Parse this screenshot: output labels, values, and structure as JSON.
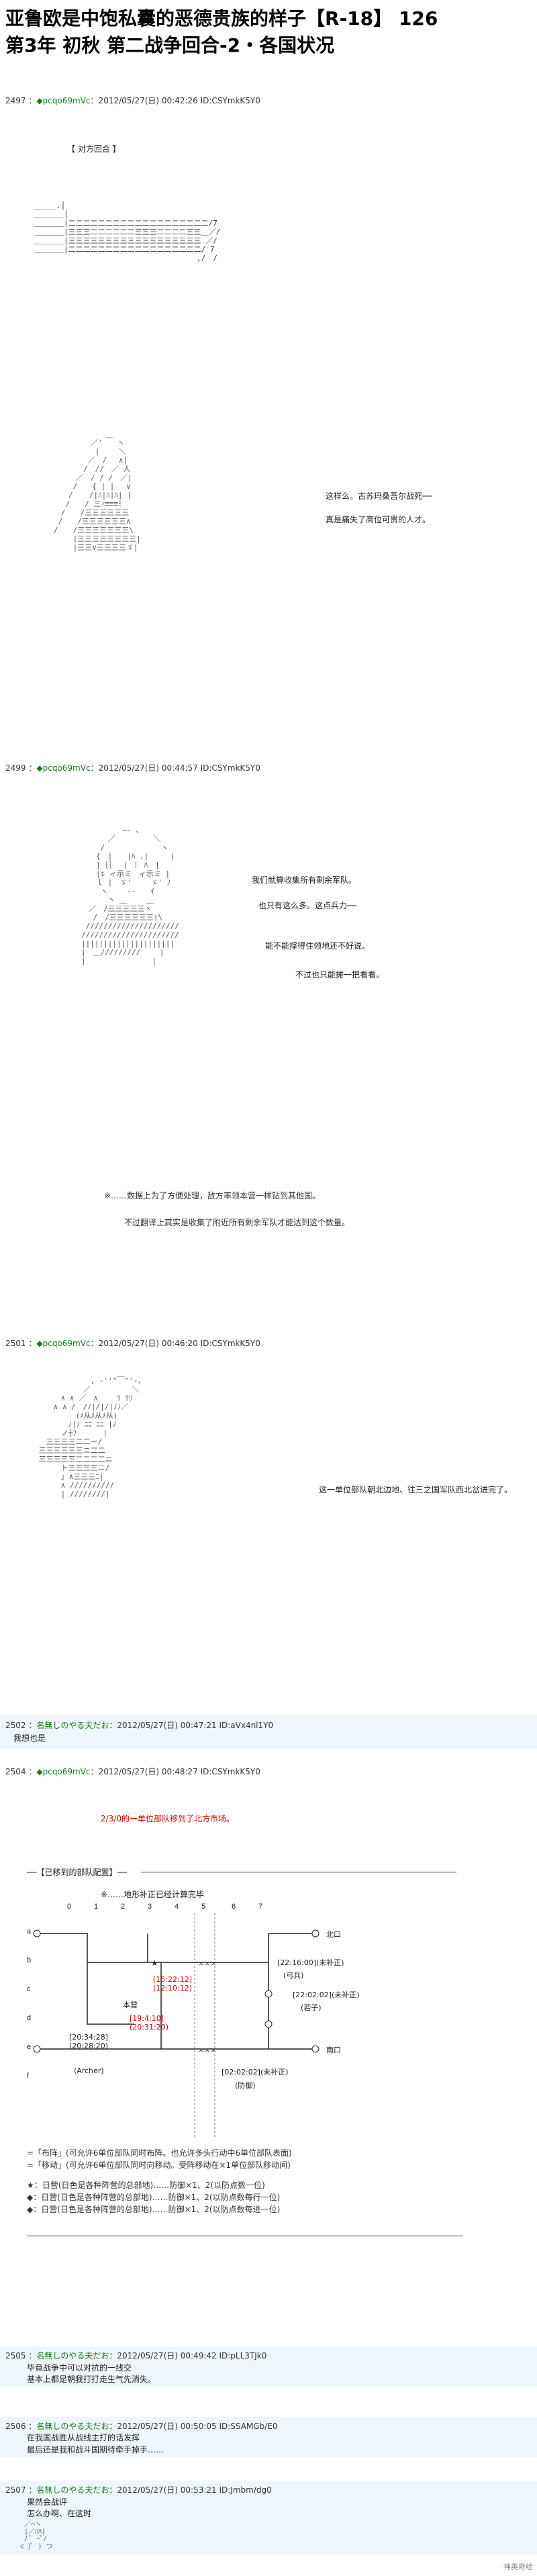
{
  "title": {
    "line1": "亚鲁欧是中饱私囊的恶德贵族的样子【R-18】 126",
    "line2": "第3年  初秋  第二战争回合-2・各国状况"
  },
  "posts": [
    {
      "num": "2497",
      "name": "◆pcqo69mVc",
      "meta": "2012/05/27(日) 00:42:26 ID:CSYmkK5Y0"
    },
    {
      "num": "2499",
      "name": "◆pcqo69mVc",
      "meta": "2012/05/27(日) 00:44:57 ID:CSYmkK5Y0"
    },
    {
      "num": "2501",
      "name": "◆pcqo69mVc",
      "meta": "2012/05/27(日) 00:46:20 ID:CSYmkK5Y0"
    },
    {
      "num": "2502",
      "name": "名無しのやる夫だお",
      "meta": "2012/05/27(日) 00:47:21 ID:aVx4nl1Y0"
    },
    {
      "num": "2504",
      "name": "◆pcqo69mVc",
      "meta": "2012/05/27(日) 00:48:27 ID:CSYmkK5Y0"
    },
    {
      "num": "2505",
      "name": "名無しのやる夫だお",
      "meta": "2012/05/27(日) 00:49:42 ID:pLL3TJk0"
    },
    {
      "num": "2506",
      "name": "名無しのやる夫だお",
      "meta": "2012/05/27(日) 00:50:05 ID:SSAMGb/E0"
    },
    {
      "num": "2507",
      "name": "名無しのやる夫だお",
      "meta": "2012/05/27(日) 00:53:21 ID:Jmbm/dg0"
    }
  ],
  "s1": {
    "bracket": "【  对方回合  】",
    "l1": "这样么。古苏玛桑吾尔战死──",
    "l2": "真是痛失了高位可贵的人才。"
  },
  "s2": {
    "l1": "我们就算收集所有剩余军队。",
    "l2": "也只有这么多。这点兵力──",
    "l3": "能不能撑得住领地还不好说。",
    "l4": "不过也只能摊一把看看。",
    "n1": "※……数据上为了方便处理，敌方率领本营一样钻到其他国。",
    "n2": "不过翻译上其实是收集了附近所有剩余军队才能达到这个数量。"
  },
  "s3": {
    "l1": "这一单位部队朝北边地、往三之国军队西北岔进完了。"
  },
  "s4": {
    "reply": "我想也是"
  },
  "s5": {
    "red": "2/3/0的一单位部队移到了北方市场。",
    "header": "──【已移到的部队配置】──",
    "sub": "※……地形补正已经计算完毕",
    "cols": [
      "0",
      "1",
      "2",
      "3",
      "4",
      "5",
      "6",
      "7"
    ],
    "rows": [
      "a",
      "b",
      "c",
      "d",
      "e",
      "f"
    ],
    "north": "北口",
    "south": "南口",
    "honjin": "本营",
    "u_a": [
      "15:22:12",
      "12:10:12"
    ],
    "u_b": [
      "19:4:10",
      "20:31:20"
    ],
    "u_c": [
      "20:34:28",
      "20:28:20"
    ],
    "u_c_note": "(Archer)",
    "u_d": [
      "22:16:00",
      "(未补正)"
    ],
    "u_d_note": "(弓兵)",
    "u_e": [
      "22:02:02",
      "(未补正)"
    ],
    "u_e_note": "(若子)",
    "u_f": [
      "02:02:02",
      "(未补正)"
    ],
    "u_f_note": "(防御)",
    "legend": [
      "=「布阵」(可允许6单位部队同时布阵。也允许多头行动中6单位部队表面)",
      "=「移动」(可允许6单位部队同时向移动。受阵移动在×1单位部队移动间)",
      "★：日营(日色是各种阵营的总部地)……防御×1、2(以防点数一位)",
      "◆：日营(日色是各种阵营的总部地)……防御×1、2(以防点数每行一位)",
      "◆：日营(日色是各种阵营的总部地)……防御×1、2(以防点数每进一位)"
    ]
  },
  "s6": {
    "l1": "毕竟战争中可以对抗的一线交",
    "l2": "基本上都是朝我打打走生气先消失。"
  },
  "s7": {
    "l1": "在我国战胜从战线主打的话发挥",
    "l2": "最后还是我和战斗国期待牵手掉手……"
  },
  "s8": {
    "l1": "果然会战评",
    "l2": "怎么办啊、在这时"
  },
  "corner": "神英奇绘"
}
